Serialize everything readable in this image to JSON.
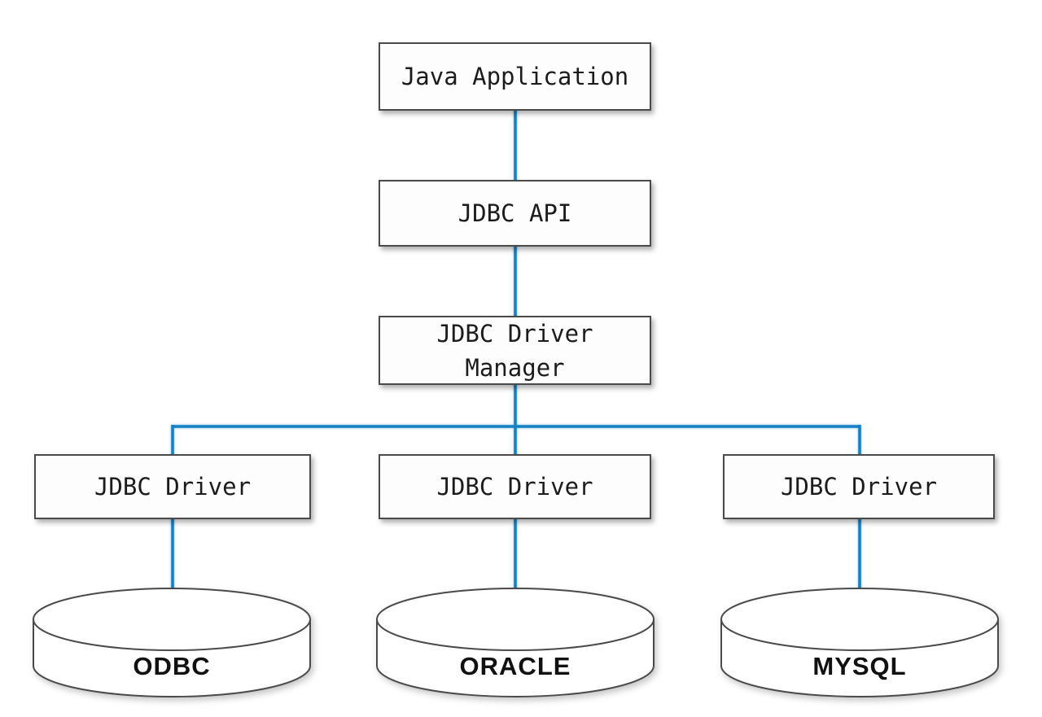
{
  "colors": {
    "connector": "#1681c2",
    "box_border": "#4a4a4a",
    "text": "#1c1c1c"
  },
  "nodes": {
    "java_application": "Java Application",
    "jdbc_api": "JDBC API",
    "jdbc_driver_manager": "JDBC Driver Manager",
    "drivers": [
      "JDBC Driver",
      "JDBC Driver",
      "JDBC Driver"
    ]
  },
  "databases": [
    "ODBC",
    "ORACLE",
    "MYSQL"
  ]
}
